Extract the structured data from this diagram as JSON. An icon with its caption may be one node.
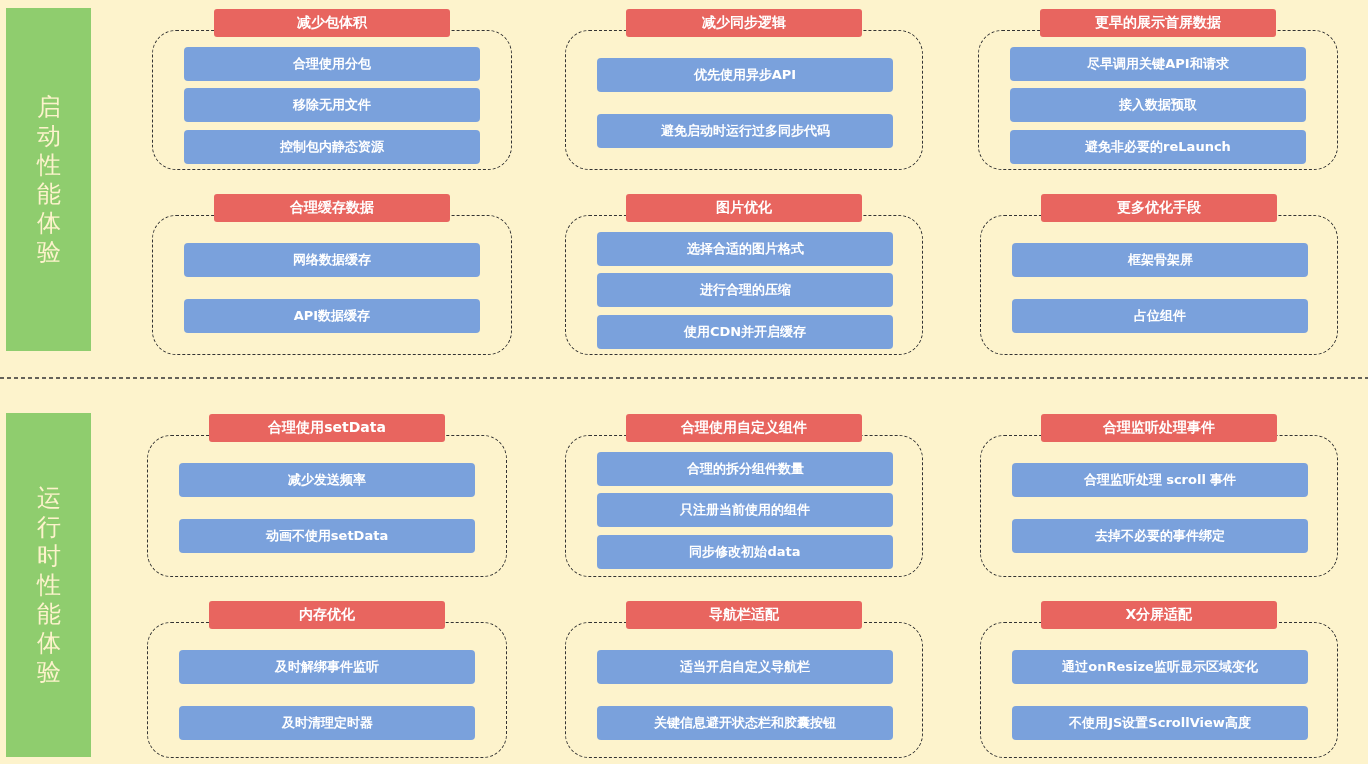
{
  "diagram": {
    "nodes": [
      {
        "text": [
          "启动性能体验"
        ]
      },
      {
        "text": [
          "减少包体积"
        ]
      },
      {
        "text": [
          "合理使用分包"
        ],
        "in": 1
      },
      {
        "text": [
          "移除无用文件"
        ],
        "in": 1
      },
      {
        "text": [
          "控制包内静态资源"
        ],
        "in": 1
      },
      {
        "text": [
          "减少同步逻辑"
        ]
      },
      {
        "text": [
          "优先使用异步API"
        ],
        "in": 5
      },
      {
        "text": [
          "避免启动时运行过多同步代码"
        ],
        "in": 5
      },
      {
        "text": [
          "更早的展示首屏数据"
        ]
      },
      {
        "text": [
          "尽早调用关键API和请求"
        ],
        "in": 8
      },
      {
        "text": [
          "接入数据预取"
        ],
        "in": 8
      },
      {
        "text": [
          "避免非必要的reLaunch"
        ],
        "in": 8
      },
      {
        "text": [
          "合理缓存数据"
        ]
      },
      {
        "text": [
          "网络数据缓存"
        ],
        "in": 12
      },
      {
        "text": [
          "API数据缓存"
        ],
        "in": 12
      },
      {
        "text": [
          "图片优化"
        ]
      },
      {
        "text": [
          "选择合适的图片格式"
        ],
        "in": 15
      },
      {
        "text": [
          "进行合理的压缩"
        ],
        "in": 15
      },
      {
        "text": [
          "使用CDN并开启缓存"
        ],
        "in": 15
      },
      {
        "text": [
          "更多优化手段"
        ]
      },
      {
        "text": [
          "框架骨架屏"
        ],
        "in": 19
      },
      {
        "text": [
          "占位组件"
        ],
        "in": 19
      },
      {
        "text": [
          "运行时性能体验"
        ]
      },
      {
        "text": [
          "合理使用setData"
        ]
      },
      {
        "text": [
          "减少发送频率"
        ],
        "in": 23
      },
      {
        "text": [
          "动画不使用setData"
        ],
        "in": 23
      },
      {
        "text": [
          "合理使用自定义组件"
        ]
      },
      {
        "text": [
          "合理的拆分组件数量"
        ],
        "in": 26
      },
      {
        "text": [
          "只注册当前使用的组件"
        ],
        "in": 26
      },
      {
        "text": [
          "同步修改初始data"
        ],
        "in": 26
      },
      {
        "text": [
          "合理监听处理事件"
        ]
      },
      {
        "text": [
          "合理监听处理 scroll 事件"
        ],
        "in": 30
      },
      {
        "text": [
          "去掉不必要的事件绑定"
        ],
        "in": 30
      },
      {
        "text": [
          "内存优化"
        ]
      },
      {
        "text": [
          "及时解绑事件监听"
        ],
        "in": 33
      },
      {
        "text": [
          "及时清理定时器"
        ],
        "in": 33
      },
      {
        "text": [
          "导航栏适配"
        ]
      },
      {
        "text": [
          "适当开启自定义导航栏"
        ],
        "in": 36
      },
      {
        "text": [
          "关键信息避开状态栏和胶囊按钮"
        ],
        "in": 36
      },
      {
        "text": [
          "X分屏适配"
        ]
      },
      {
        "text": [
          "通过onResize监听显示区域变化"
        ],
        "in": 39
      },
      {
        "text": [
          "不使用JS设置ScrollView高度"
        ],
        "in": 39
      }
    ]
  }
}
